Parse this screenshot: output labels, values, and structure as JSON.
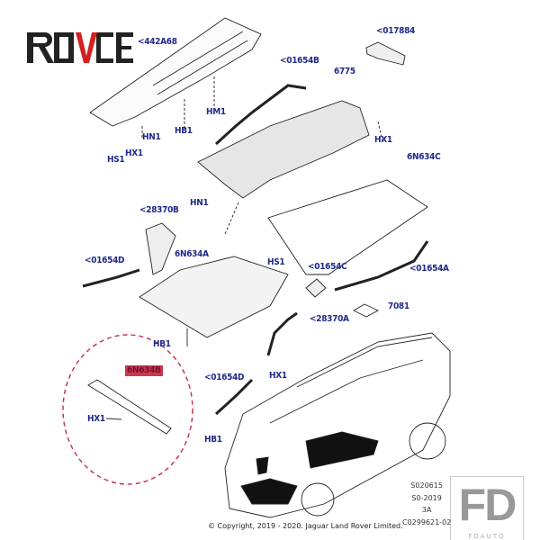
{
  "brand_logo": "ROVCE",
  "watermark": {
    "big": "FD",
    "small": "FDAUTO"
  },
  "colors": {
    "label": "#1f2a8a",
    "highlight": "#c8384e",
    "circle": "#c8384e"
  },
  "labels": {
    "p442A68": "<442A68",
    "p017884": "<017884",
    "p01654B": "<01654B",
    "p6775": "6775",
    "hm1": "HM1",
    "hb1_top": "HB1",
    "hn1_top": "HN1",
    "hx1_left": "HX1",
    "hs1_left": "HS1",
    "hx1_right": "HX1",
    "p6N634C": "6N634C",
    "hn1_mid": "HN1",
    "p28370B": "<28370B",
    "p6N634A": "6N634A",
    "p01654D_a": "<01654D",
    "hs1_mid": "HS1",
    "p01654C": "<01654C",
    "p01654A": "<01654A",
    "p7081": "7081",
    "p28370A": "<28370A",
    "hb1_mid": "HB1",
    "p6N634B": "6N634B",
    "p01654D_b": "<01654D",
    "hx1_mid": "HX1",
    "hx1_circle": "HX1",
    "hb1_bottom": "HB1"
  },
  "meta": [
    "S020615",
    "S0-2019",
    "3A",
    "C0299621-02"
  ],
  "copyright": "© Copyright, 2019 - 2020. Jaguar Land Rover Limited."
}
